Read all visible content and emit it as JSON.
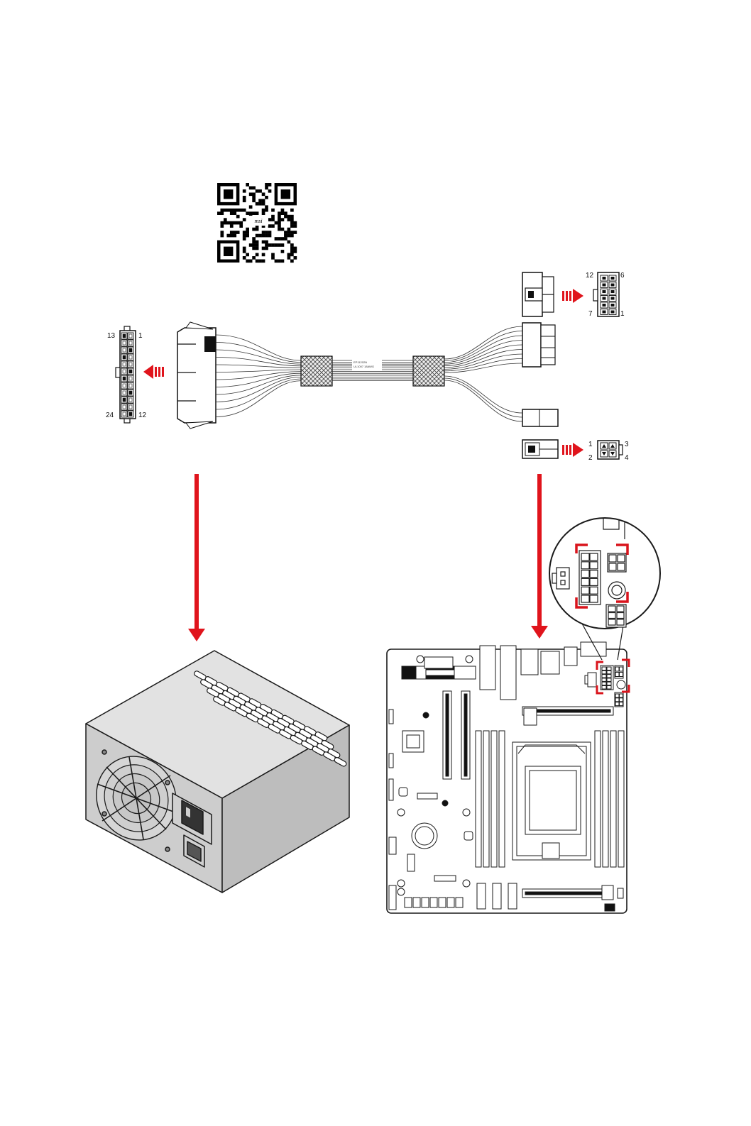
{
  "colors": {
    "arrow": "#e0141c",
    "highlight": "#d9141c",
    "line": "#1a1a1a",
    "psu_body": "#cfcfcf",
    "psu_top": "#dedede",
    "psu_front": "#c4c4c4"
  },
  "qr_code": {
    "logo_text": "msi"
  },
  "atx24_connector": {
    "label_top_left": "13",
    "label_top_right": "1",
    "label_bottom_left": "24",
    "label_bottom_right": "12"
  },
  "eps12_connector": {
    "label_top_left": "12",
    "label_top_right": "6",
    "label_bottom_left": "7",
    "label_bottom_right": "1"
  },
  "atx4_connector": {
    "label_top_left": "1",
    "label_top_right": "3",
    "label_bottom_left": "2",
    "label_bottom_right": "4"
  },
  "icons": {
    "qr": "qr-code-icon",
    "psu": "power-supply-icon",
    "board": "motherboard-icon",
    "cable": "power-adapter-cable-icon",
    "zoom": "zoom-callout-icon"
  }
}
